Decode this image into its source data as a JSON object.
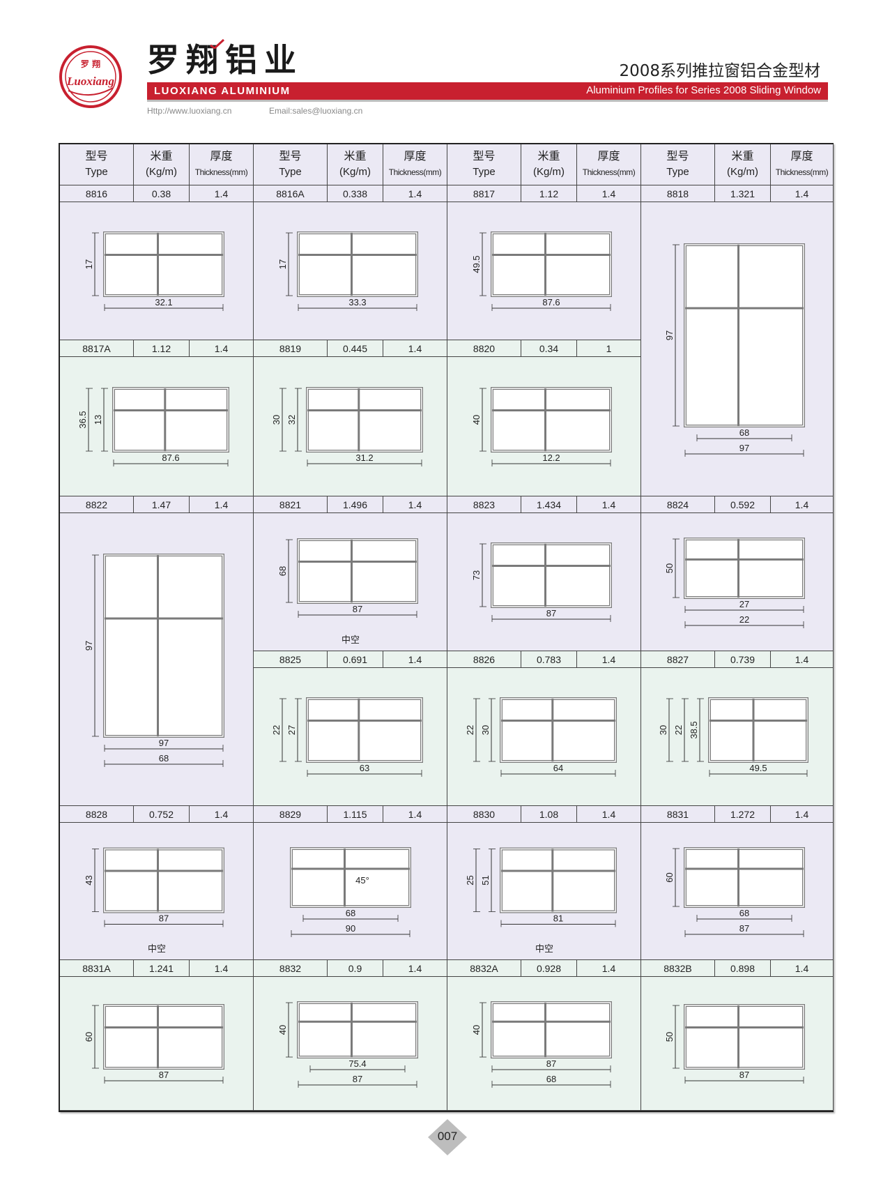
{
  "header": {
    "logo_text_cn": "罗翔",
    "logo_text_en": "Luoxiang",
    "brand_cn": "罗翔铝业",
    "brand_en": "LUOXIANG ALUMINIUM",
    "series_cn": "2008系列推拉窗铝合金型材",
    "series_en": "Aluminium Profiles for Series 2008 Sliding Window",
    "url": "Http://www.luoxiang.cn",
    "email": "Email:sales@luoxiang.cn",
    "accent_color": "#c8202f"
  },
  "table": {
    "columns": [
      {
        "cn": "型号",
        "en": "Type"
      },
      {
        "cn": "米重",
        "en": "(Kg/m)"
      },
      {
        "cn": "厚度",
        "en": "Thickness(mm)"
      }
    ],
    "colors": {
      "purple_bg": "#ebe9f4",
      "green_bg": "#eaf3ee",
      "profile": "#7a7a7a"
    },
    "products": [
      {
        "type": "8816",
        "weight": "0.38",
        "thickness": "1.4",
        "row": 0,
        "col": 0,
        "span": 1,
        "dims": [
          {
            "t": "32.1",
            "o": "h"
          },
          {
            "t": "17",
            "o": "v"
          }
        ]
      },
      {
        "type": "8816A",
        "weight": "0.338",
        "thickness": "1.4",
        "row": 0,
        "col": 1,
        "span": 1,
        "dims": [
          {
            "t": "33.3",
            "o": "h"
          },
          {
            "t": "17",
            "o": "v"
          }
        ]
      },
      {
        "type": "8817",
        "weight": "1.12",
        "thickness": "1.4",
        "row": 0,
        "col": 2,
        "span": 1,
        "dims": [
          {
            "t": "49.5",
            "o": "v"
          },
          {
            "t": "87.6",
            "o": "h"
          }
        ]
      },
      {
        "type": "8818",
        "weight": "1.321",
        "thickness": "1.4",
        "row": 0,
        "col": 3,
        "span": 2,
        "dims": [
          {
            "t": "97",
            "o": "v"
          },
          {
            "t": "68",
            "o": "h"
          },
          {
            "t": "97",
            "o": "h"
          }
        ]
      },
      {
        "type": "8817A",
        "weight": "1.12",
        "thickness": "1.4",
        "row": 1,
        "col": 0,
        "span": 1,
        "dims": [
          {
            "t": "13",
            "o": "v"
          },
          {
            "t": "36.5",
            "o": "v"
          },
          {
            "t": "87.6",
            "o": "h"
          }
        ]
      },
      {
        "type": "8819",
        "weight": "0.445",
        "thickness": "1.4",
        "row": 1,
        "col": 1,
        "span": 1,
        "dims": [
          {
            "t": "31.2",
            "o": "h"
          },
          {
            "t": "32",
            "o": "v"
          },
          {
            "t": "30",
            "o": "v"
          }
        ]
      },
      {
        "type": "8820",
        "weight": "0.34",
        "thickness": "1",
        "row": 1,
        "col": 2,
        "span": 1,
        "dims": [
          {
            "t": "12.2",
            "o": "h"
          },
          {
            "t": "40",
            "o": "v"
          }
        ]
      },
      {
        "type": "8822",
        "weight": "1.47",
        "thickness": "1.4",
        "row": 2,
        "col": 0,
        "span": 2,
        "dims": [
          {
            "t": "97",
            "o": "h"
          },
          {
            "t": "97",
            "o": "v"
          },
          {
            "t": "68",
            "o": "h"
          }
        ]
      },
      {
        "type": "8821",
        "weight": "1.496",
        "thickness": "1.4",
        "row": 2,
        "col": 1,
        "span": 1,
        "dims": [
          {
            "t": "68",
            "o": "v"
          },
          {
            "t": "87",
            "o": "h"
          }
        ],
        "note": "中空"
      },
      {
        "type": "8823",
        "weight": "1.434",
        "thickness": "1.4",
        "row": 2,
        "col": 2,
        "span": 1,
        "dims": [
          {
            "t": "87",
            "o": "h"
          },
          {
            "t": "73",
            "o": "v"
          }
        ]
      },
      {
        "type": "8824",
        "weight": "0.592",
        "thickness": "1.4",
        "row": 2,
        "col": 3,
        "span": 1,
        "dims": [
          {
            "t": "27",
            "o": "h"
          },
          {
            "t": "22",
            "o": "h"
          },
          {
            "t": "50",
            "o": "v"
          }
        ]
      },
      {
        "type": "8825",
        "weight": "0.691",
        "thickness": "1.4",
        "row": 3,
        "col": 1,
        "span": 1,
        "dims": [
          {
            "t": "63",
            "o": "h"
          },
          {
            "t": "27",
            "o": "v"
          },
          {
            "t": "22",
            "o": "v"
          }
        ]
      },
      {
        "type": "8826",
        "weight": "0.783",
        "thickness": "1.4",
        "row": 3,
        "col": 2,
        "span": 1,
        "dims": [
          {
            "t": "64",
            "o": "h"
          },
          {
            "t": "30",
            "o": "v"
          },
          {
            "t": "22",
            "o": "v"
          }
        ]
      },
      {
        "type": "8827",
        "weight": "0.739",
        "thickness": "1.4",
        "row": 3,
        "col": 3,
        "span": 1,
        "dims": [
          {
            "t": "49.5",
            "o": "h"
          },
          {
            "t": "38.5",
            "o": "v"
          },
          {
            "t": "22",
            "o": "v"
          },
          {
            "t": "30",
            "o": "v"
          }
        ]
      },
      {
        "type": "8828",
        "weight": "0.752",
        "thickness": "1.4",
        "row": 4,
        "col": 0,
        "span": 1,
        "dims": [
          {
            "t": "87",
            "o": "h"
          },
          {
            "t": "43",
            "o": "v"
          }
        ],
        "note": "中空"
      },
      {
        "type": "8829",
        "weight": "1.115",
        "thickness": "1.4",
        "row": 4,
        "col": 1,
        "span": 1,
        "dims": [
          {
            "t": "45°",
            "o": "a"
          },
          {
            "t": "68",
            "o": "h"
          },
          {
            "t": "90",
            "o": "h"
          }
        ]
      },
      {
        "type": "8830",
        "weight": "1.08",
        "thickness": "1.4",
        "row": 4,
        "col": 2,
        "span": 1,
        "dims": [
          {
            "t": "81",
            "o": "h"
          },
          {
            "t": "51",
            "o": "v"
          },
          {
            "t": "25",
            "o": "v"
          }
        ],
        "note": "中空"
      },
      {
        "type": "8831",
        "weight": "1.272",
        "thickness": "1.4",
        "row": 4,
        "col": 3,
        "span": 1,
        "dims": [
          {
            "t": "60",
            "o": "v"
          },
          {
            "t": "68",
            "o": "h"
          },
          {
            "t": "87",
            "o": "h"
          }
        ]
      },
      {
        "type": "8831A",
        "weight": "1.241",
        "thickness": "1.4",
        "row": 5,
        "col": 0,
        "span": 1,
        "dims": [
          {
            "t": "60",
            "o": "v"
          },
          {
            "t": "87",
            "o": "h"
          }
        ]
      },
      {
        "type": "8832",
        "weight": "0.9",
        "thickness": "1.4",
        "row": 5,
        "col": 1,
        "span": 1,
        "dims": [
          {
            "t": "40",
            "o": "v"
          },
          {
            "t": "75.4",
            "o": "h"
          },
          {
            "t": "87",
            "o": "h"
          }
        ]
      },
      {
        "type": "8832A",
        "weight": "0.928",
        "thickness": "1.4",
        "row": 5,
        "col": 2,
        "span": 1,
        "dims": [
          {
            "t": "87",
            "o": "h"
          },
          {
            "t": "40",
            "o": "v"
          },
          {
            "t": "68",
            "o": "h"
          }
        ]
      },
      {
        "type": "8832B",
        "weight": "0.898",
        "thickness": "1.4",
        "row": 5,
        "col": 3,
        "span": 1,
        "dims": [
          {
            "t": "50",
            "o": "v"
          },
          {
            "t": "87",
            "o": "h"
          }
        ]
      }
    ]
  },
  "footer": {
    "page_number": "007"
  }
}
